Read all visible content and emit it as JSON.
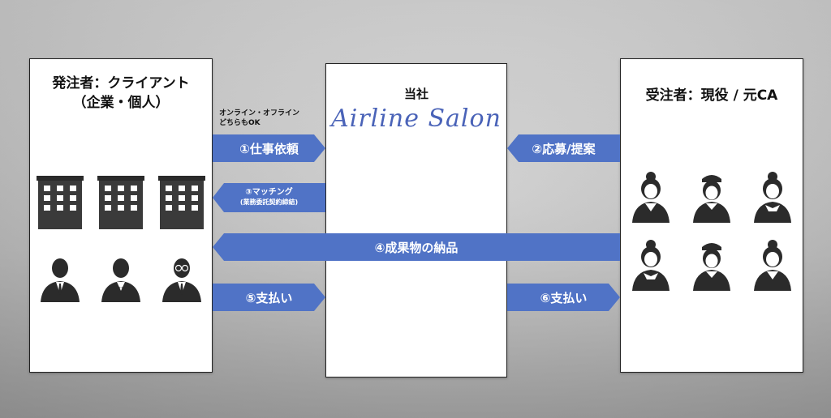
{
  "client": {
    "title_line1": "発注者：クライアント",
    "title_line2": "（企業・個人）",
    "building_icon": "building-icon",
    "person_icon": "businessman-icon"
  },
  "company": {
    "label": "当社",
    "brand": "Airline Salon"
  },
  "contractor": {
    "title": "受注者：現役 / 元CA",
    "person_icon": "flight-attendant-icon"
  },
  "note": {
    "line1": "オンライン・オフライン",
    "line2": "どちらもOK"
  },
  "arrows": {
    "request": "①仕事依頼",
    "apply": "②応募/提案",
    "matching_line1": "③マッチング",
    "matching_line2": "(業務委託契約締結)",
    "deliver": "④成果物の納品",
    "pay_client": "⑤支払い",
    "pay_contractor": "⑥支払い"
  },
  "colors": {
    "accent": "#5073c6",
    "brand": "#4a63b8"
  }
}
